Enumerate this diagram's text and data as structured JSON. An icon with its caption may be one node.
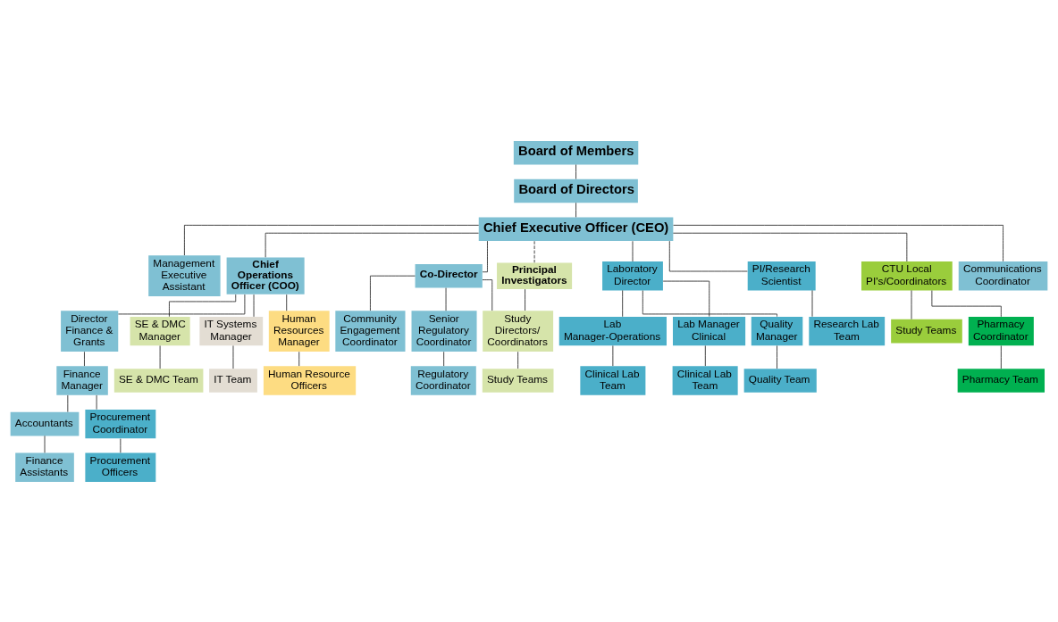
{
  "diagram": {
    "nodes": [
      {
        "text": [
          "Board of Members"
        ]
      },
      {
        "text": [
          "Board of Directors"
        ]
      },
      {
        "text": [
          "Chief Executive Officer (CEO)"
        ]
      },
      {
        "text": [
          "Management Executive Assistant"
        ]
      },
      {
        "text": [
          "Chief Operations Officer (COO)"
        ]
      },
      {
        "text": [
          "Co-Director"
        ]
      },
      {
        "text": [
          "Principal Investigators"
        ]
      },
      {
        "text": [
          "Director Finance & Grants"
        ]
      },
      {
        "text": [
          "Laboratory Director"
        ]
      },
      {
        "text": [
          "PI/Research Scientist"
        ]
      },
      {
        "text": [
          "CTU Local PI's/Coordinators"
        ]
      },
      {
        "text": [
          "Community Engagement Coordinator"
        ]
      },
      {
        "text": [
          "Senior Regulatory Coordinator"
        ]
      },
      {
        "text": [
          "Study Directors/ Coordinators"
        ]
      },
      {
        "text": [
          "Finance Manager"
        ]
      },
      {
        "text": [
          "SE & DMC Manager"
        ]
      },
      {
        "text": [
          "IT Systems Manager"
        ]
      },
      {
        "text": [
          "Human Resources Manager"
        ]
      },
      {
        "text": [
          "Lab Manager-Operations"
        ]
      },
      {
        "text": [
          "Lab Manager Clinical"
        ]
      },
      {
        "text": [
          "Quality Manager"
        ]
      },
      {
        "text": [
          "Study Teams"
        ]
      },
      {
        "text": [
          "Regulatory Coordinator"
        ]
      },
      {
        "text": [
          "Study Teams"
        ]
      },
      {
        "text": [
          "Accountants"
        ]
      },
      {
        "text": [
          "SE & DMC Team"
        ]
      },
      {
        "text": [
          "IT Team"
        ]
      },
      {
        "text": [
          "Human Resource Officers"
        ]
      },
      {
        "text": [
          "Clinical Lab Team"
        ]
      },
      {
        "text": [
          "Clinical Lab Team"
        ]
      },
      {
        "text": [
          "Quality Team"
        ]
      },
      {
        "text": [
          "Research Lab Team"
        ]
      },
      {
        "text": [
          "Communications Coordinator"
        ]
      },
      {
        "text": [
          "Finance Assistants"
        ]
      },
      {
        "text": [
          "Procurement Coordinator"
        ]
      },
      {
        "text": [
          "Procurement Officers"
        ]
      },
      {
        "text": [
          "Pharmacy Coordinator"
        ]
      },
      {
        "text": [
          "Pharmacy Team"
        ]
      }
    ],
    "edges": [
      {
        "from": 0,
        "to": 1,
        "arrow": "none"
      },
      {
        "from": 1,
        "to": 2,
        "arrow": "none"
      },
      {
        "from": 2,
        "to": 3,
        "arrow": "none"
      },
      {
        "from": 2,
        "to": 4,
        "arrow": "none"
      },
      {
        "from": 2,
        "to": 8,
        "arrow": "none"
      },
      {
        "from": 2,
        "to": 9,
        "arrow": "none"
      },
      {
        "from": 2,
        "to": 10,
        "arrow": "none"
      },
      {
        "from": 2,
        "to": 32,
        "arrow": "none"
      },
      {
        "from": 2,
        "to": 5,
        "arrow": "none"
      },
      {
        "from": 2,
        "to": 6,
        "arrow": "none",
        "style": "dashed"
      },
      {
        "from": 4,
        "to": 7,
        "arrow": "none"
      },
      {
        "from": 4,
        "to": 15,
        "arrow": "none"
      },
      {
        "from": 4,
        "to": 16,
        "arrow": "none"
      },
      {
        "from": 4,
        "to": 17,
        "arrow": "none"
      },
      {
        "from": 7,
        "to": 14,
        "arrow": "none"
      },
      {
        "from": 14,
        "to": 24,
        "arrow": "none"
      },
      {
        "from": 24,
        "to": 33,
        "arrow": "none"
      },
      {
        "from": 14,
        "to": 34,
        "arrow": "none"
      },
      {
        "from": 34,
        "to": 35,
        "arrow": "none"
      },
      {
        "from": 15,
        "to": 25,
        "arrow": "none"
      },
      {
        "from": 16,
        "to": 26,
        "arrow": "none"
      },
      {
        "from": 17,
        "to": 27,
        "arrow": "none"
      },
      {
        "from": 8,
        "to": 18,
        "arrow": "none"
      },
      {
        "from": 8,
        "to": 19,
        "arrow": "none"
      },
      {
        "from": 8,
        "to": 20,
        "arrow": "none"
      },
      {
        "from": 18,
        "to": 28,
        "arrow": "none"
      },
      {
        "from": 19,
        "to": 29,
        "arrow": "none"
      },
      {
        "from": 20,
        "to": 30,
        "arrow": "none"
      },
      {
        "from": 9,
        "to": 31,
        "arrow": "none"
      },
      {
        "from": 10,
        "to": 21,
        "arrow": "none"
      },
      {
        "from": 10,
        "to": 36,
        "arrow": "none"
      },
      {
        "from": 36,
        "to": 37,
        "arrow": "none"
      },
      {
        "from": 5,
        "to": 11,
        "arrow": "none"
      },
      {
        "from": 5,
        "to": 12,
        "arrow": "none"
      },
      {
        "from": 5,
        "to": 13,
        "arrow": "none"
      },
      {
        "from": 6,
        "to": 13,
        "arrow": "none"
      },
      {
        "from": 12,
        "to": 22,
        "arrow": "none"
      },
      {
        "from": 13,
        "to": 23,
        "arrow": "none"
      }
    ]
  }
}
